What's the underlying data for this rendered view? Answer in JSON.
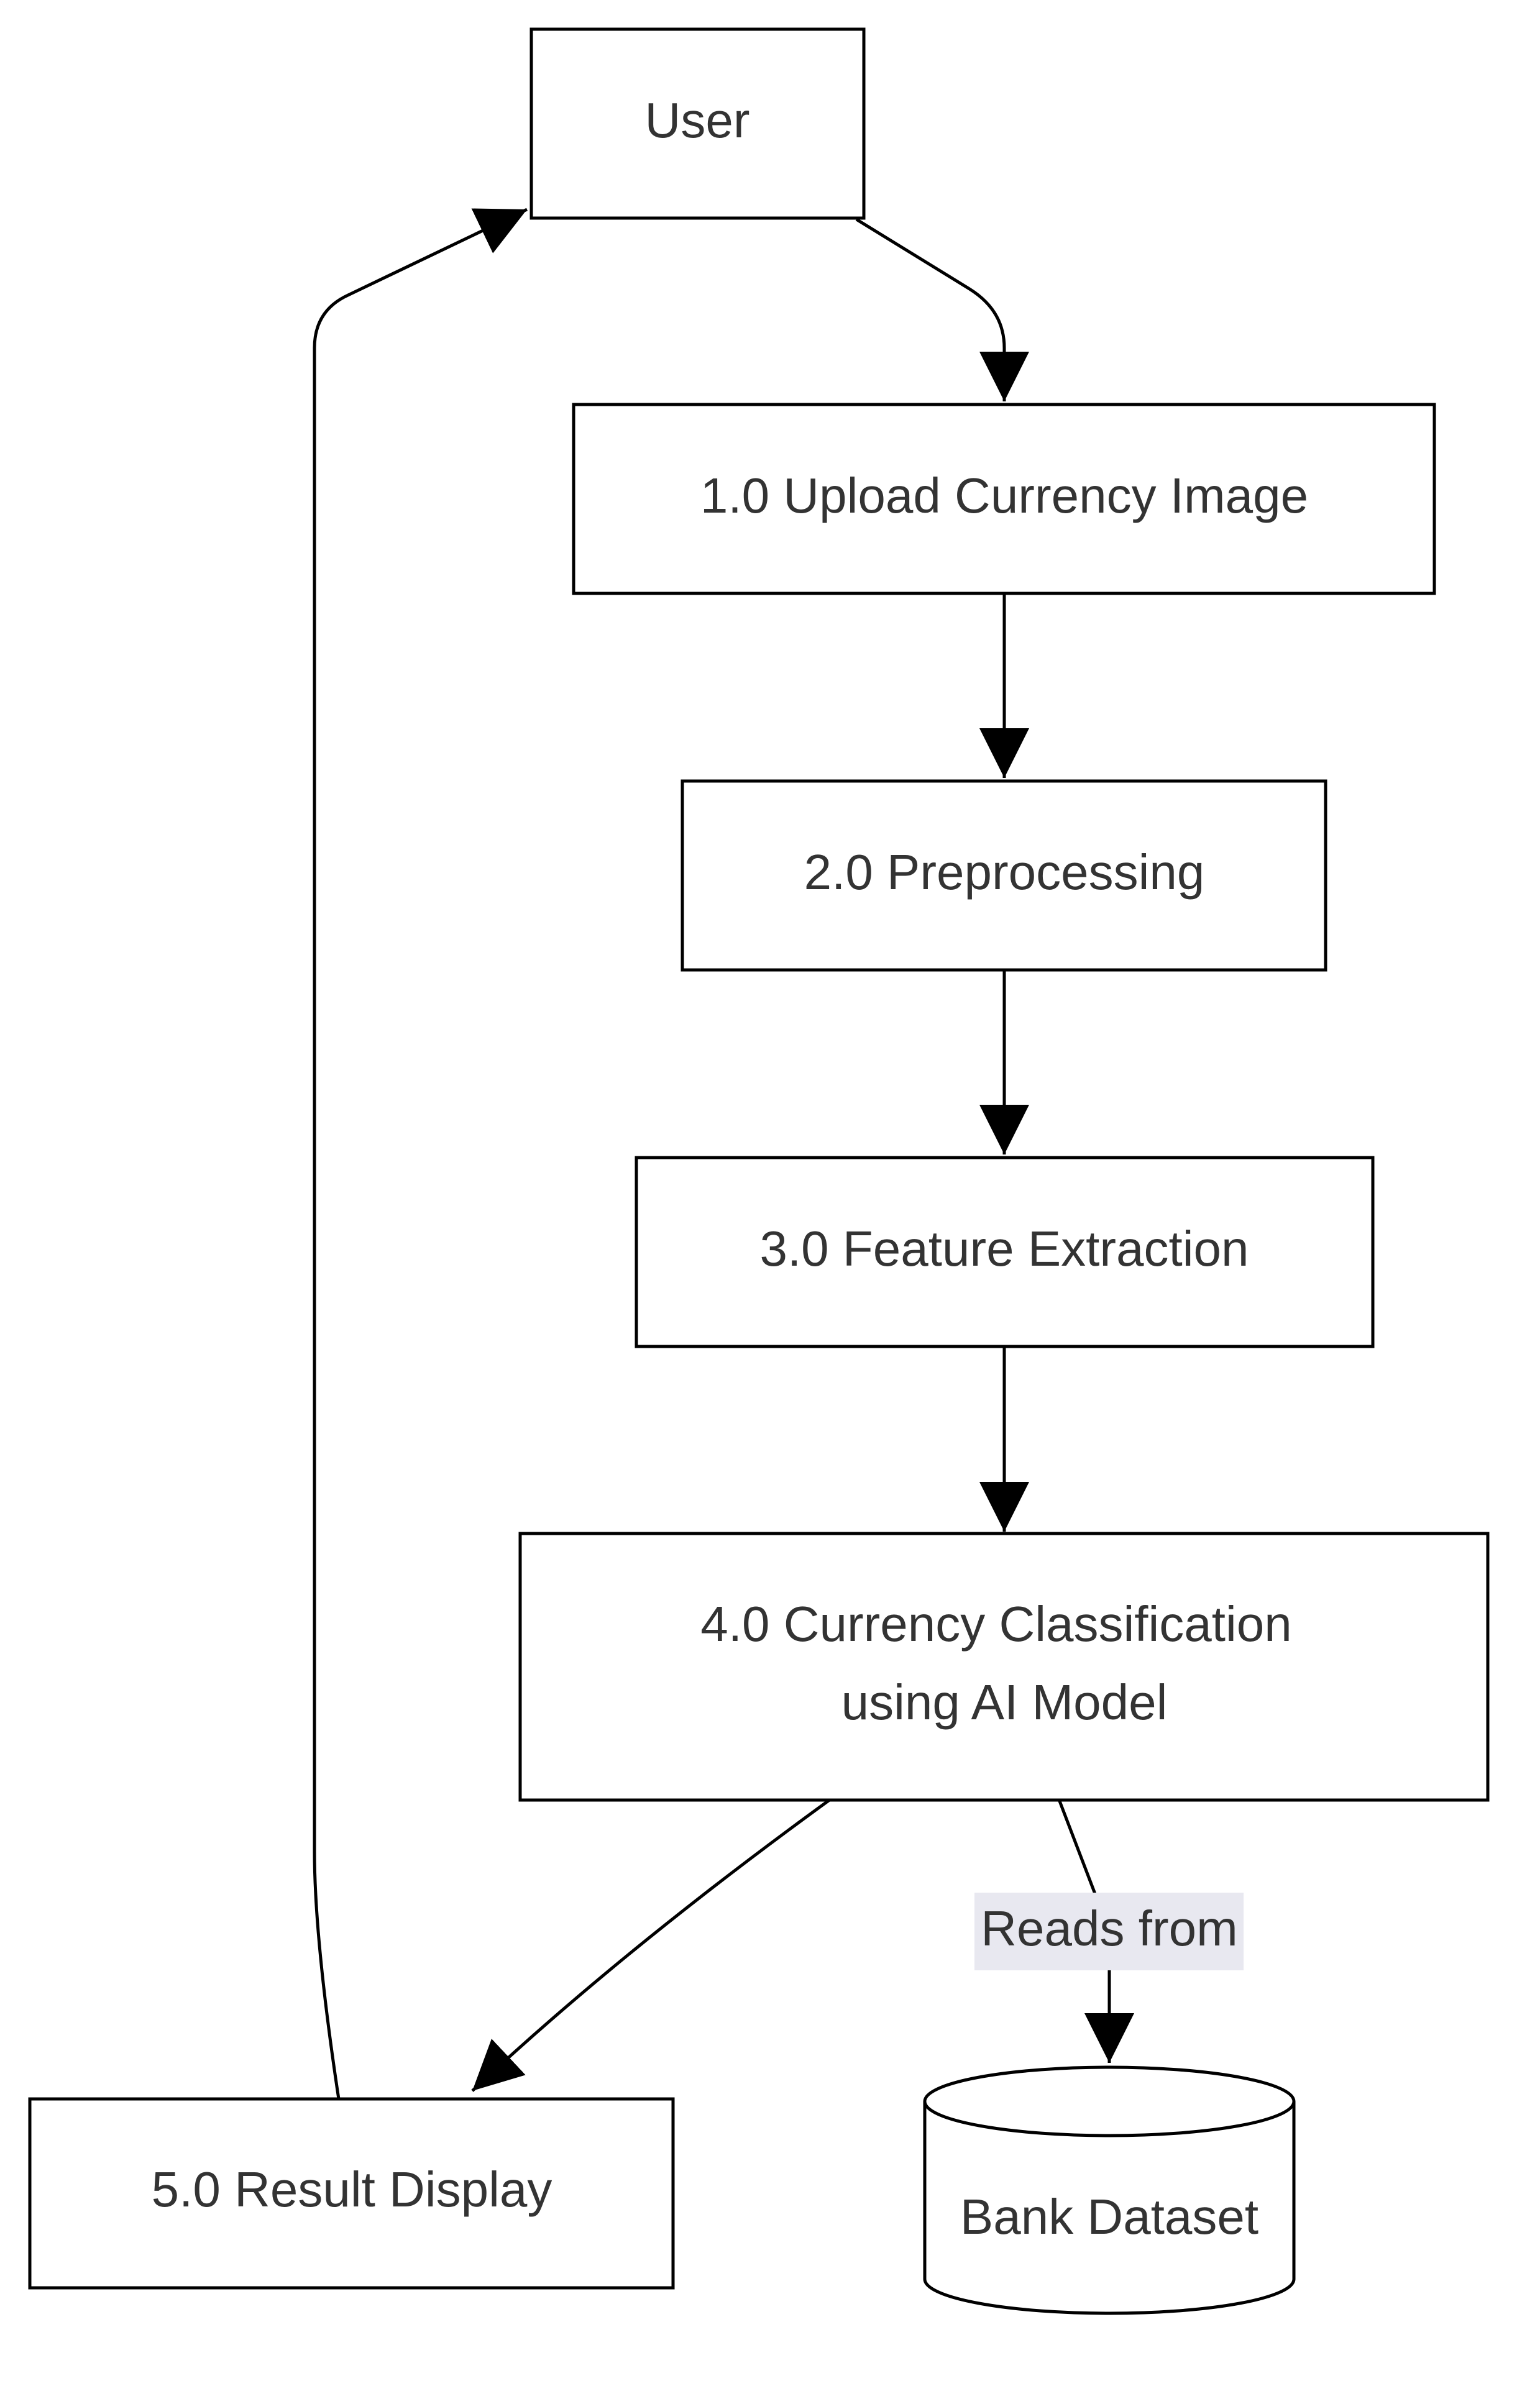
{
  "diagram": {
    "nodes": {
      "user": {
        "label": "User"
      },
      "upload": {
        "label": "1.0 Upload Currency Image"
      },
      "preprocessing": {
        "label": "2.0 Preprocessing"
      },
      "feature_extraction": {
        "label": "3.0 Feature Extraction"
      },
      "classification": {
        "label_line1": "4.0 Currency Classification",
        "label_line2": "using AI Model"
      },
      "result_display": {
        "label": "5.0 Result Display"
      },
      "bank_dataset": {
        "label": "Bank Dataset"
      }
    },
    "edges": [
      {
        "from": "User",
        "to": "1.0 Upload Currency Image"
      },
      {
        "from": "1.0 Upload Currency Image",
        "to": "2.0 Preprocessing"
      },
      {
        "from": "2.0 Preprocessing",
        "to": "3.0 Feature Extraction"
      },
      {
        "from": "3.0 Feature Extraction",
        "to": "4.0 Currency Classification using AI Model"
      },
      {
        "from": "4.0 Currency Classification using AI Model",
        "to": "5.0 Result Display"
      },
      {
        "from": "4.0 Currency Classification using AI Model",
        "to": "Bank Dataset",
        "label": "Reads from"
      },
      {
        "from": "5.0 Result Display",
        "to": "User"
      }
    ],
    "colors": {
      "stroke": "#000000",
      "text": "#333333",
      "edge_label_background": "#e8e8f0"
    }
  }
}
